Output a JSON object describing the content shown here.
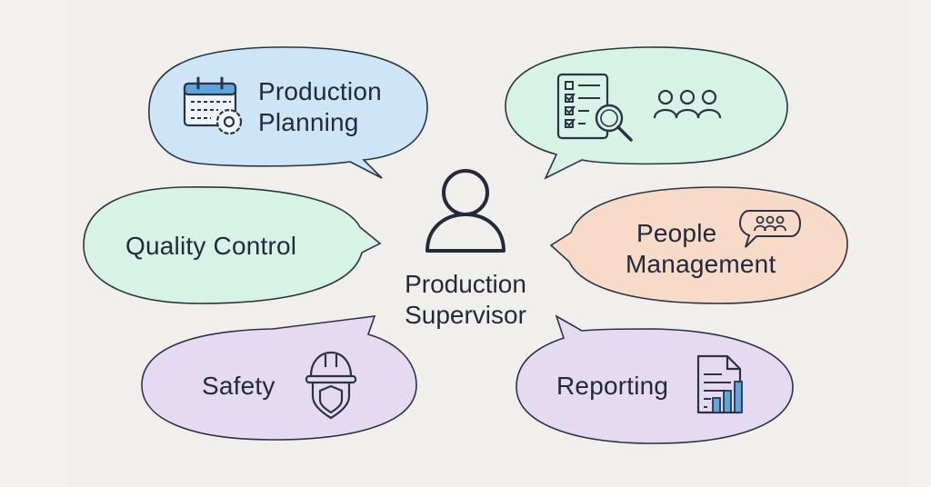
{
  "diagram": {
    "type": "hub-and-spoke",
    "center": {
      "title_line1": "Production",
      "title_line2": "Supervisor",
      "icon": "person-icon"
    },
    "nodes": [
      {
        "id": "production-planning",
        "line1": "Production",
        "line2": "Planning",
        "icon": "calendar-gear-icon",
        "color": "#cfe6f7"
      },
      {
        "id": "inspection-team",
        "line1": "",
        "line2": "",
        "icons": [
          "checklist-magnifier-icon",
          "team-icon"
        ],
        "color": "#d9f3e7"
      },
      {
        "id": "quality-control",
        "line1": "Quality Control",
        "icon": "",
        "color": "#d9f3e7"
      },
      {
        "id": "people-management",
        "line1": "People",
        "line2": "Management",
        "icon": "chat-team-icon",
        "color": "#f8dccb"
      },
      {
        "id": "safety",
        "line1": "Safety",
        "icon": "hardhat-shield-icon",
        "color": "#e7dcf3"
      },
      {
        "id": "reporting",
        "line1": "Reporting",
        "icon": "report-chart-icon",
        "color": "#e7dcf3"
      }
    ],
    "colors": {
      "background": "#f1efeb",
      "stroke": "#2b3445",
      "accent_blue": "#5aa6e0"
    }
  }
}
